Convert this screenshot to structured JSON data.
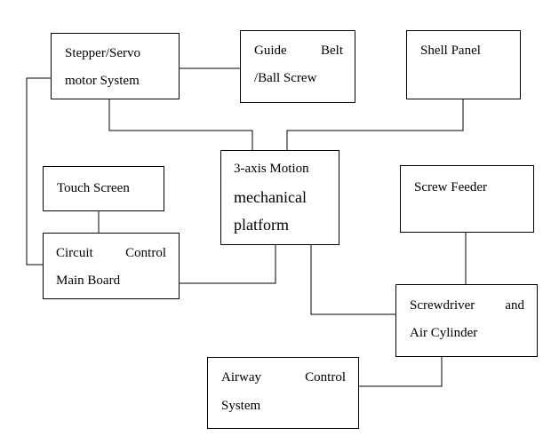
{
  "diagram": {
    "boxes": {
      "stepper": {
        "line1": "Stepper/Servo",
        "line2": "motor  System"
      },
      "guide": {
        "line1a": "Guide",
        "line1b": "Belt",
        "line2": "/Ball Screw"
      },
      "shell": {
        "line1": "Shell Panel"
      },
      "platform": {
        "line1": "3-axis  Motion",
        "line2": "mechanical",
        "line3": "platform"
      },
      "touch": {
        "line1": "Touch Screen"
      },
      "feeder": {
        "line1": "Screw Feeder"
      },
      "board": {
        "line1a": "Circuit",
        "line1b": "Control",
        "line2": "Main Board"
      },
      "screwdriver": {
        "line1a": "Screwdriver",
        "line1b": "and",
        "line2": "Air Cylinder"
      },
      "airway": {
        "line1a": "Airway",
        "line1b": "Control",
        "line2": "System"
      }
    }
  }
}
